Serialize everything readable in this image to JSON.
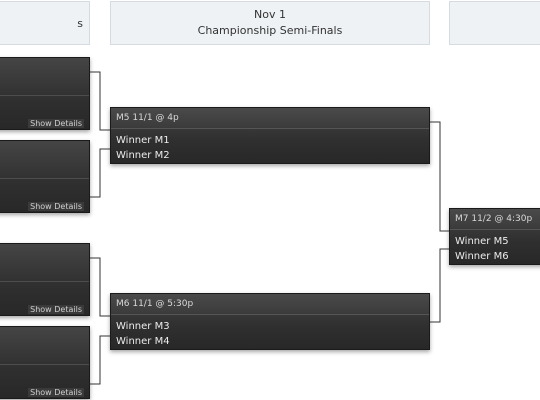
{
  "rounds": [
    {
      "date": "",
      "title_partial": "s"
    },
    {
      "date": "Nov 1",
      "title": "Championship Semi-Finals"
    },
    {
      "date": "",
      "title": ""
    }
  ],
  "first_round": {
    "show_details_label": "Show Details"
  },
  "semis": [
    {
      "header": "M5 11/1 @ 4p",
      "team1": "Winner M1",
      "team2": "Winner M2"
    },
    {
      "header": "M6 11/1 @ 5:30p",
      "team1": "Winner M3",
      "team2": "Winner M4"
    }
  ],
  "final": {
    "header": "M7 11/2 @ 4:30p",
    "team1": "Winner M5",
    "team2": "Winner M6"
  }
}
